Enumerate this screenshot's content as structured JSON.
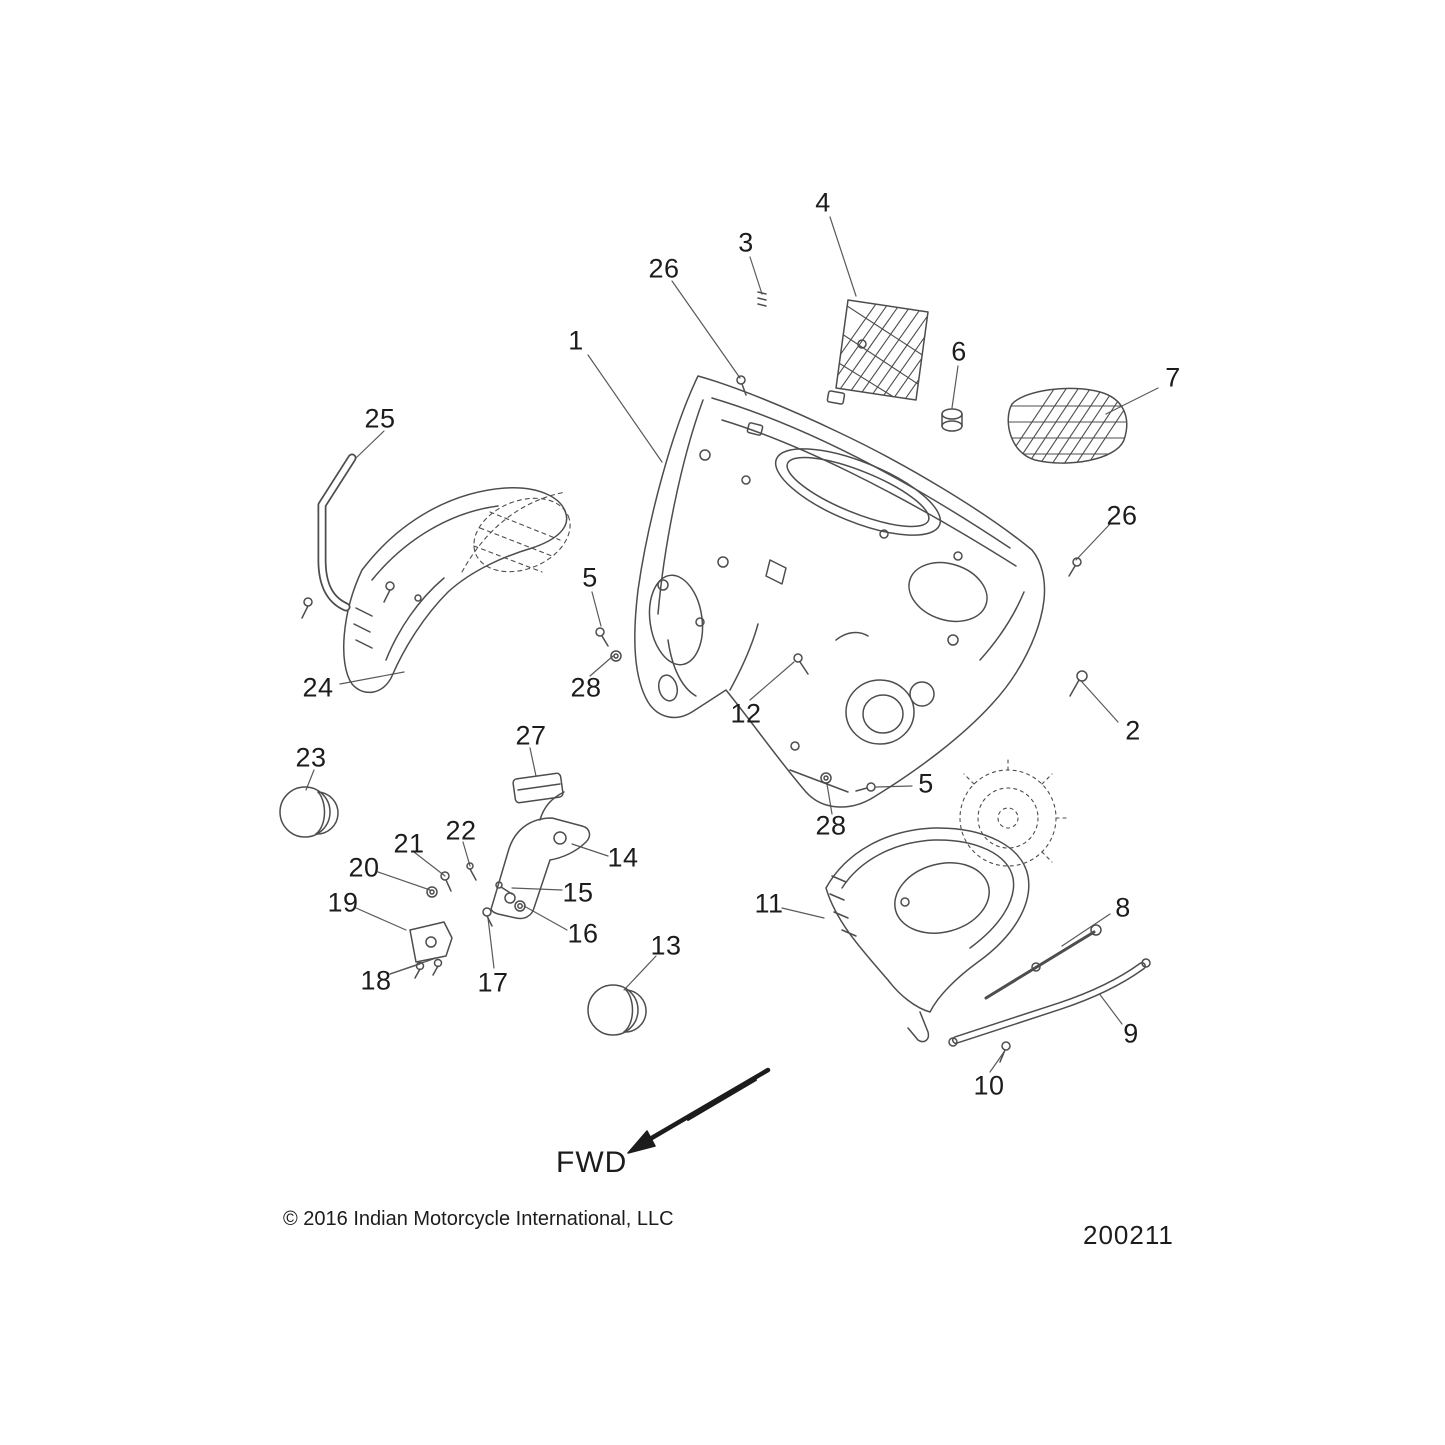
{
  "page": {
    "background_color": "#ffffff",
    "ink_color": "#1c1c1c",
    "line_color": "#4d4d4d"
  },
  "diagram": {
    "fwd_label": "FWD",
    "copyright": "© 2016 Indian Motorcycle International, LLC",
    "number": "200211"
  },
  "callouts": [
    {
      "label": "1"
    },
    {
      "label": "2"
    },
    {
      "label": "3"
    },
    {
      "label": "4"
    },
    {
      "label": "5"
    },
    {
      "label": "5"
    },
    {
      "label": "6"
    },
    {
      "label": "7"
    },
    {
      "label": "8"
    },
    {
      "label": "9"
    },
    {
      "label": "10"
    },
    {
      "label": "11"
    },
    {
      "label": "12"
    },
    {
      "label": "13"
    },
    {
      "label": "14"
    },
    {
      "label": "15"
    },
    {
      "label": "16"
    },
    {
      "label": "17"
    },
    {
      "label": "18"
    },
    {
      "label": "19"
    },
    {
      "label": "20"
    },
    {
      "label": "21"
    },
    {
      "label": "22"
    },
    {
      "label": "23"
    },
    {
      "label": "24"
    },
    {
      "label": "25"
    },
    {
      "label": "26"
    },
    {
      "label": "26"
    },
    {
      "label": "27"
    },
    {
      "label": "28"
    },
    {
      "label": "28"
    }
  ]
}
